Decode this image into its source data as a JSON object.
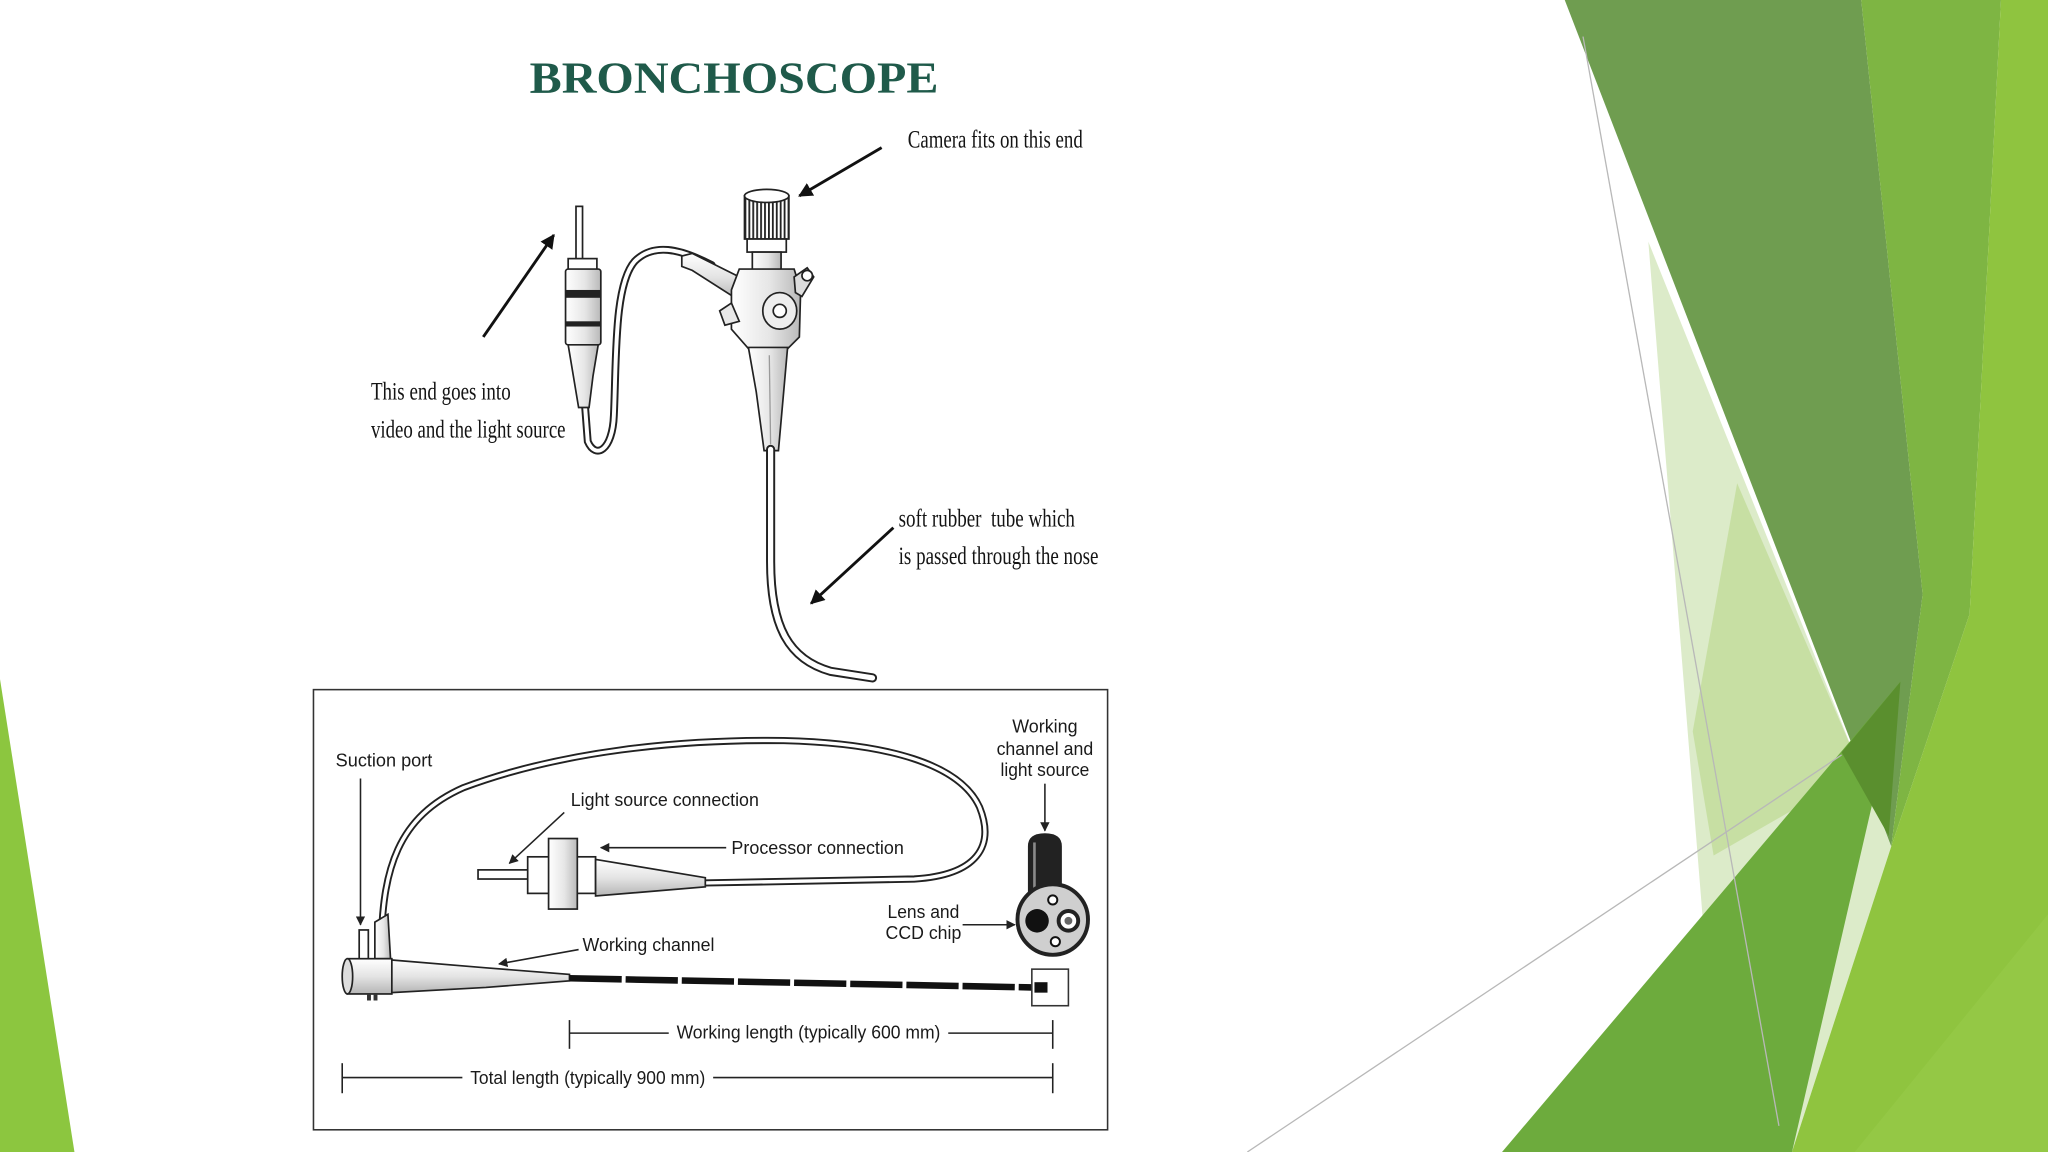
{
  "slide": {
    "title": "BRONCHOSCOPE",
    "title_color": "#1f5a4a"
  },
  "theme": {
    "colors": {
      "pale": "#dcebc9",
      "muted": "#6f9d50",
      "bright": "#7eb543",
      "lime": "#8fc43f",
      "light": "#c3dd9c",
      "deep": "#6dab3d",
      "dark": "#5a8f2e",
      "lime_soft": "#98cb4a",
      "left_accent": "#8cc63f",
      "hairline": "#b8b8b8"
    }
  },
  "top_illustration": {
    "camera_end_label": "Camera fits on this end",
    "video_end_label": [
      "This end goes into",
      "video and the light source"
    ],
    "tube_label": [
      "soft rubber  tube which",
      "is passed through the nose"
    ]
  },
  "bottom_diagram": {
    "suction_port": "Suction port",
    "light_source_connection": "Light source connection",
    "processor_connection": "Processor connection",
    "working_channel_light_source": [
      "Working",
      "channel and",
      "light source"
    ],
    "lens_ccd_chip": [
      "Lens and",
      "CCD chip"
    ],
    "working_channel": "Working channel",
    "working_length": "Working length (typically 600 mm)",
    "total_length": "Total length (typically 900 mm)"
  }
}
